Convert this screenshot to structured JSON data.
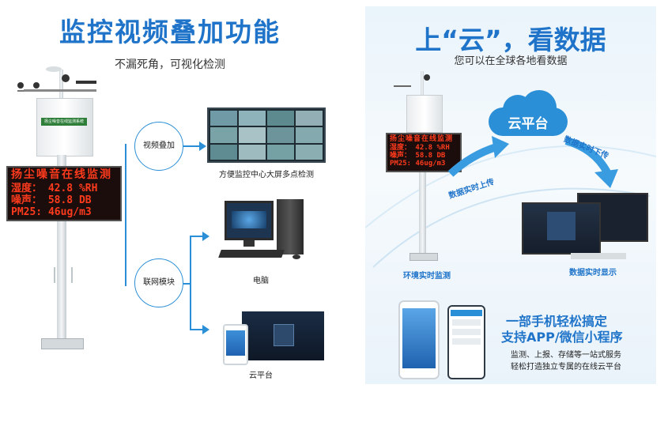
{
  "left": {
    "title": "监控视频叠加功能",
    "subtitle": "不漏死角，可视化检测",
    "led_lines": [
      "扬尘噪音在线监测",
      "湿度：  42.8 %RH",
      "噪声：  58.8 DB",
      "PM25:  46ug/m3"
    ],
    "device_plate": "扬尘噪音在线监测系统",
    "branch_video": "视频叠加",
    "branch_network": "联网模块",
    "caption_video": "方便监控中心大屏多点检测",
    "caption_pc": "电脑",
    "caption_cloud": "云平台"
  },
  "right": {
    "title": "上“云”，看数据",
    "subtitle": "您可以在全球各地看数据",
    "cloud_label": "云平台",
    "upload_label": "数据实时上传",
    "download_label": "数据实时下传",
    "env_label": "环境实时监测",
    "display_label": "数据实时显示",
    "led_lines": [
      "扬尘噪音在线监测",
      "湿度：  42.8 %RH",
      "噪声：  58.8 DB",
      "PM25:  46ug/m3"
    ],
    "promo_line1": "一部手机轻松搞定",
    "promo_line2": "支持APP/微信小程序",
    "promo_line3": "监测、上报、存储等一站式服务",
    "promo_line4": "轻松打造独立专属的在线云平台"
  }
}
